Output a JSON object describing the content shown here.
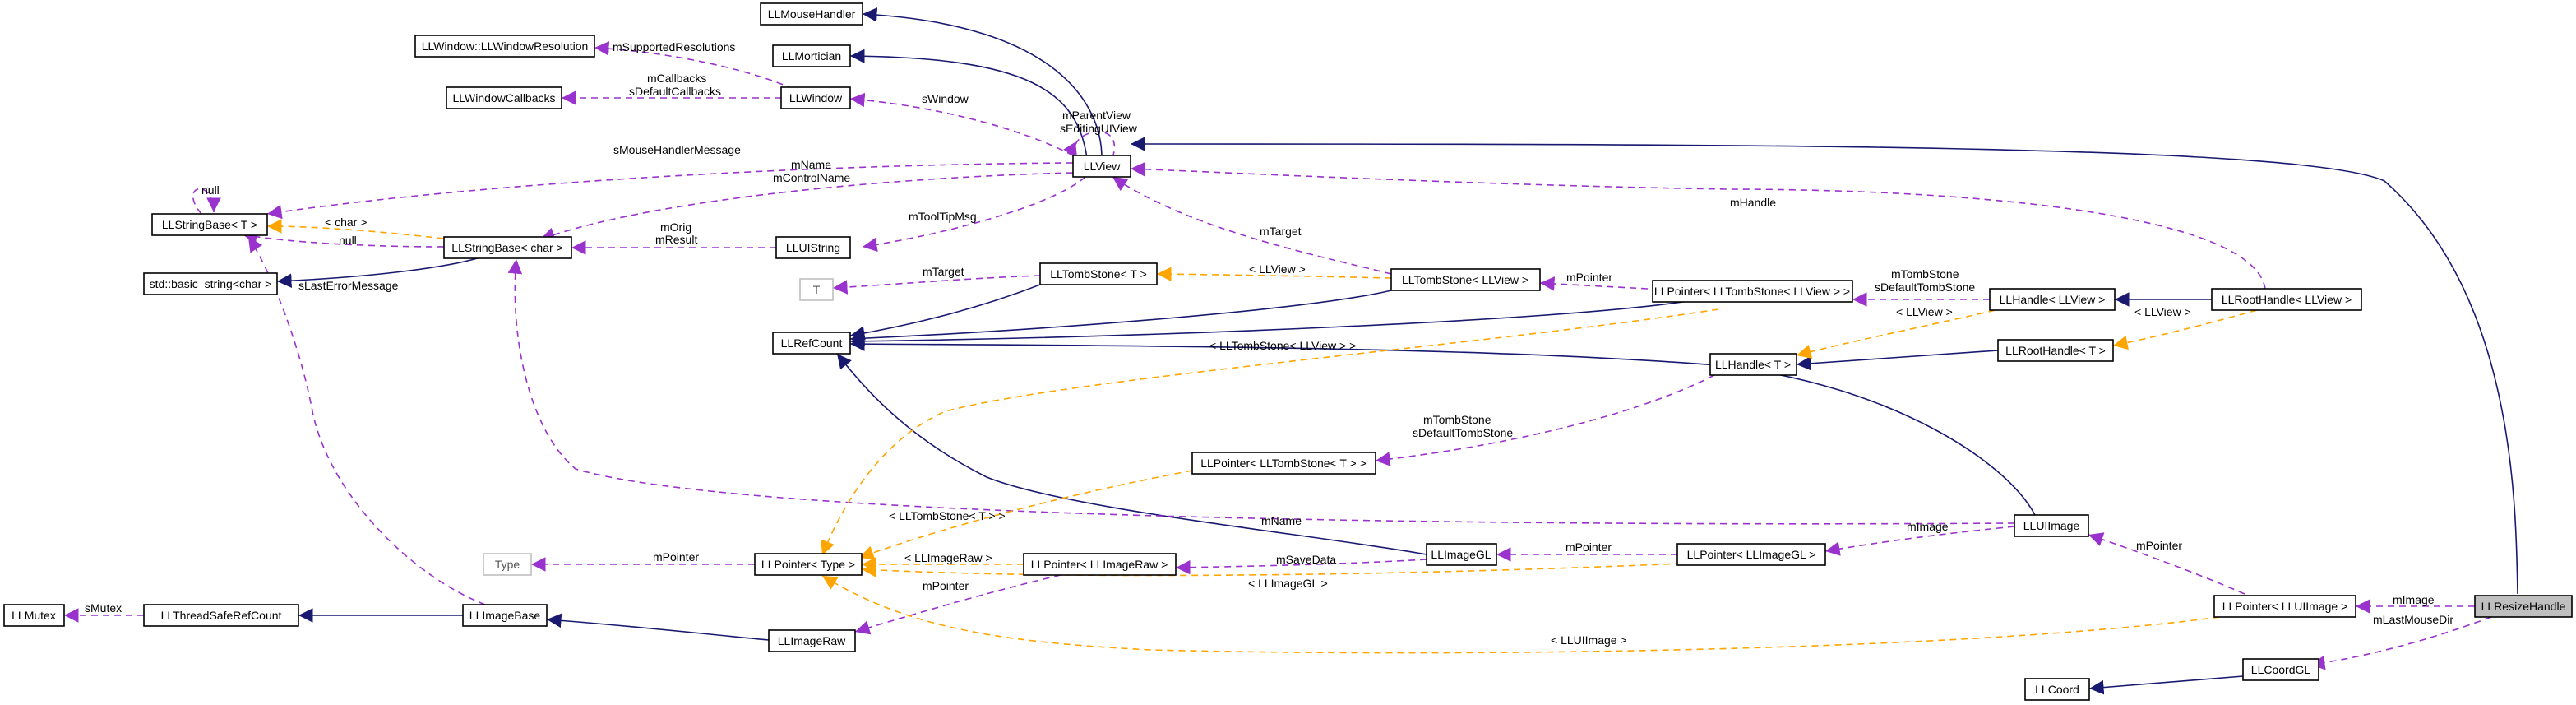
{
  "nodes": {
    "LLMouseHandler": "LLMouseHandler",
    "LLMortician": "LLMortician",
    "LLWindowResolution": "LLWindow::LLWindowResolution",
    "LLWindowCallbacks": "LLWindowCallbacks",
    "LLWindow": "LLWindow",
    "LLView": "LLView",
    "LLStringBaseT": "LLStringBase< T >",
    "LLStringBaseChar": "LLStringBase< char >",
    "LLUIString": "LLUIString",
    "StdBasicString": "std::basic_string<char >",
    "T": "T",
    "LLTombStoneT": "LLTombStone< T >",
    "LLTombStoneView": "LLTombStone< LLView >",
    "LLPointerTombStoneView": "LLPointer< LLTombStone< LLView > >",
    "LLHandleView": "LLHandle< LLView >",
    "LLRootHandleView": "LLRootHandle< LLView >",
    "LLRefCount": "LLRefCount",
    "LLHandleT": "LLHandle< T >",
    "LLRootHandleT": "LLRootHandle< T >",
    "LLPointerTombStoneT": "LLPointer< LLTombStone< T > >",
    "LLUIImage": "LLUIImage",
    "Type": "Type",
    "LLPointerType": "LLPointer< Type >",
    "LLPointerImageRaw": "LLPointer< LLImageRaw >",
    "LLImageGL": "LLImageGL",
    "LLPointerImageGL": "LLPointer< LLImageGL >",
    "LLMutex": "LLMutex",
    "LLThreadSafeRefCount": "LLThreadSafeRefCount",
    "LLImageBase": "LLImageBase",
    "LLImageRaw": "LLImageRaw",
    "LLPointerUIImage": "LLPointer< LLUIImage >",
    "LLResizeHandle": "LLResizeHandle",
    "LLCoordGL": "LLCoordGL",
    "LLCoord": "LLCoord"
  },
  "edge_labels": {
    "mSupportedResolutions": "mSupportedResolutions",
    "mCallbacks": "mCallbacks",
    "sDefaultCallbacks": "sDefaultCallbacks",
    "sWindow": "sWindow",
    "mParentView": "mParentView",
    "sEditingUIView": "sEditingUIView",
    "sMouseHandlerMessage": "sMouseHandlerMessage",
    "mName": "mName",
    "mControlName": "mControlName",
    "null_self": "null",
    "char": "< char >",
    "null_std": "null",
    "mOrig": "mOrig",
    "mResult": "mResult",
    "mToolTipMsg": "mToolTipMsg",
    "sLastErrorMessage": "sLastErrorMessage",
    "mTarget_view": "mTarget",
    "mTarget_t": "mTarget",
    "LLView_tomb": "< LLView >",
    "mHandle": "mHandle",
    "mPointer_tomb": "mPointer",
    "mTombStone": "mTombStone",
    "sDefaultTombStone": "sDefaultTombStone",
    "LLView_handle": "< LLView >",
    "LLView_root": "< LLView >",
    "LLTombStoneView": "< LLTombStone< LLView > >",
    "mTombStone2": "mTombStone",
    "sDefaultTombStone2": "sDefaultTombStone",
    "LLTombStoneT": "< LLTombStone< T > >",
    "mName2": "mName",
    "mImage_ui": "mImage",
    "mPointer_type": "mPointer",
    "LLImageRaw": "< LLImageRaw >",
    "mSaveData": "mSaveData",
    "mPointer_gl": "mPointer",
    "mPointer_raw": "mPointer",
    "LLImageGL": "< LLImageGL >",
    "mPointer_uiimage": "mPointer",
    "sMutex": "sMutex",
    "LLUIImage": "< LLUIImage >",
    "mImage": "mImage",
    "mLastMouseDir": "mLastMouseDir"
  },
  "colors": {
    "inheritance": "#191970",
    "member": "#9a32cd",
    "template": "#ffa500",
    "highlight": "#bfbfbf"
  }
}
